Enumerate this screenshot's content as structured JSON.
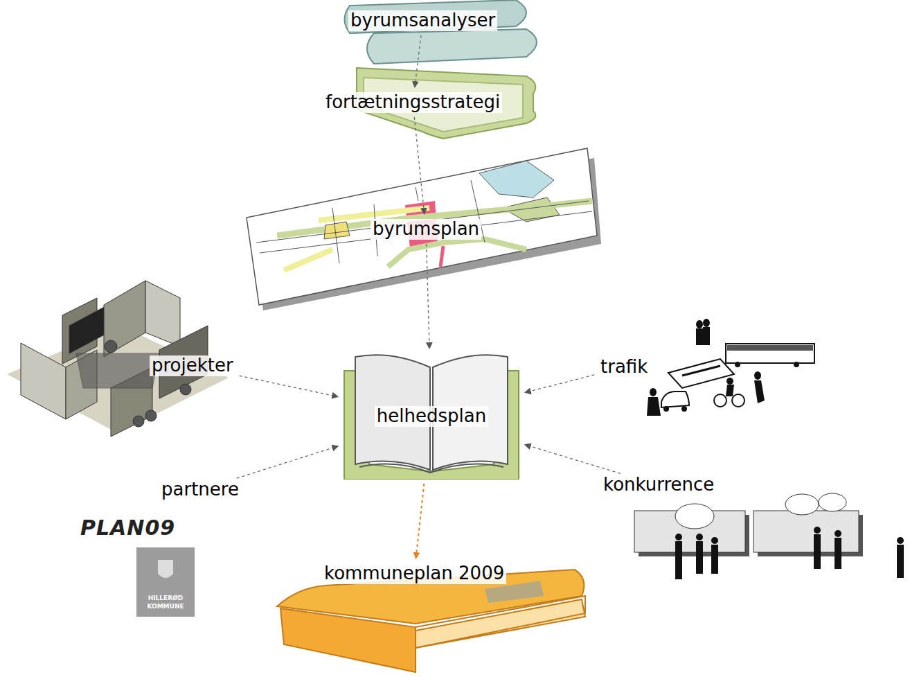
{
  "diagram": {
    "nodes": [
      {
        "text": [
          "byrumsanalyser"
        ]
      },
      {
        "text": [
          "fortætningsstrategi"
        ]
      },
      {
        "text": [
          "byrumsplan"
        ]
      },
      {
        "text": [
          "projekter"
        ]
      },
      {
        "text": [
          "helhedsplan"
        ]
      },
      {
        "text": [
          "trafik"
        ]
      },
      {
        "text": [
          "partnere"
        ]
      },
      {
        "text": [
          "konkurrence"
        ]
      },
      {
        "text": [
          "kommuneplan 2009"
        ]
      }
    ],
    "edges": [
      {
        "from": 0,
        "to": 1,
        "arrow": "to"
      },
      {
        "from": 1,
        "to": 2,
        "arrow": "to"
      },
      {
        "from": 2,
        "to": 4,
        "arrow": "to"
      },
      {
        "from": 3,
        "to": 4,
        "arrow": "to"
      },
      {
        "from": 5,
        "to": 4,
        "arrow": "to"
      },
      {
        "from": 6,
        "to": 4,
        "arrow": "to"
      },
      {
        "from": 7,
        "to": 4,
        "arrow": "to"
      },
      {
        "from": 4,
        "to": 8,
        "arrow": "to"
      }
    ],
    "labels": [
      "PLAN09",
      "HILLERØD KOMMUNE"
    ]
  }
}
